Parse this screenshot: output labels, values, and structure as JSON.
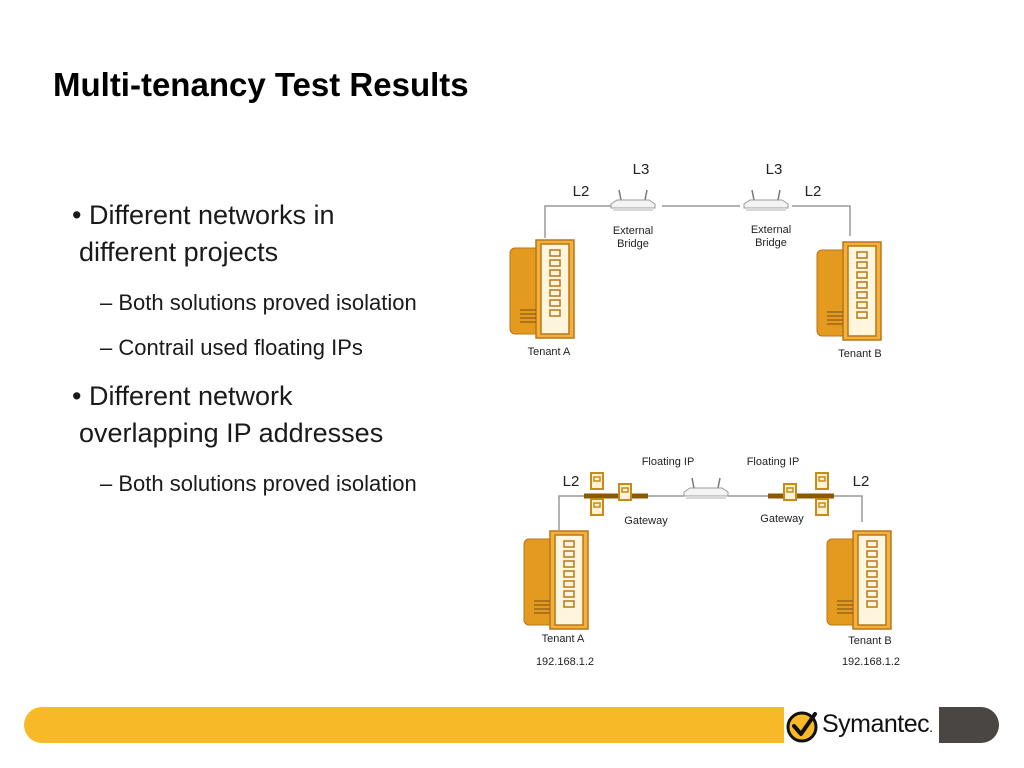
{
  "slide": {
    "title": "Multi-tenancy Test Results",
    "bullets": [
      {
        "line1": "• Different networks in",
        "line2": "different projects",
        "sub": [
          "– Both solutions proved isolation",
          "– Contrail used floating IPs"
        ]
      },
      {
        "line1": "• Different network",
        "line2": "overlapping IP addresses",
        "sub": [
          "– Both solutions proved isolation"
        ]
      }
    ]
  },
  "diagram_top": {
    "l3_left": "L3",
    "l3_right": "L3",
    "l2_left": "L2",
    "l2_right": "L2",
    "bridge_left": [
      "External",
      "Bridge"
    ],
    "bridge_right": [
      "External",
      "Bridge"
    ],
    "tenant_a": "Tenant A",
    "tenant_b": "Tenant B"
  },
  "diagram_bottom": {
    "floating_left": "Floating IP",
    "floating_right": "Floating IP",
    "l2_left": "L2",
    "l2_right": "L2",
    "gateway_left": "Gateway",
    "gateway_right": "Gateway",
    "tenant_a": "Tenant A",
    "tenant_b": "Tenant B",
    "ip_a": "192.168.1.2",
    "ip_b": "192.168.1.2"
  },
  "footer": {
    "brand": "Symantec",
    "brand_mark": ".",
    "accent_color": "#f7b928",
    "dark_color": "#4a4644",
    "server_color": "#e8a024"
  }
}
